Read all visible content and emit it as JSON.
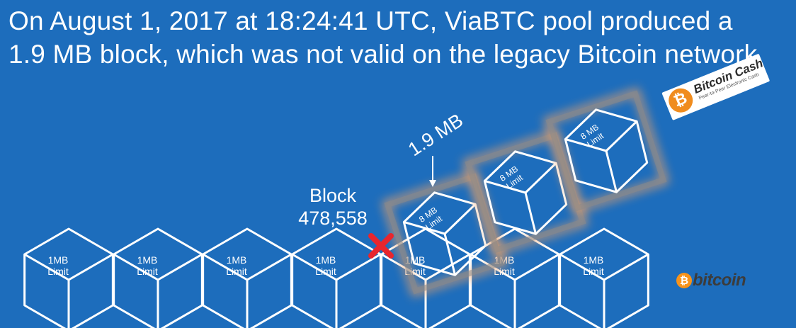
{
  "headline": {
    "line1": "On August 1, 2017 at 18:24:41 UTC, ViaBTC pool produced a",
    "line2": "1.9 MB block, which was not valid on the legacy Bitcoin network"
  },
  "annotations": {
    "block_label": "Block",
    "block_number": "478,558",
    "block_size": "1.9 MB"
  },
  "legacy_chain": {
    "label_line1": "1MB",
    "label_line2": "Limit",
    "count": 7
  },
  "bch_chain": {
    "label_line1": "8 MB",
    "label_line2": "Limit",
    "count": 3
  },
  "logos": {
    "bitcoin_cash": {
      "name": "Bitcoin Cash",
      "tagline": "Peer-to-Peer Electronic Cash",
      "icon": "bitcoin-cash-coin-icon"
    },
    "bitcoin": {
      "name": "bitcoin",
      "icon": "bitcoin-coin-icon"
    }
  },
  "colors": {
    "background": "#1d6dbc",
    "line": "#ffffff",
    "reject_mark": "#e8262d",
    "glow": "#f0a266",
    "bch_orange": "#f08c1e",
    "btc_orange": "#f7931a"
  }
}
